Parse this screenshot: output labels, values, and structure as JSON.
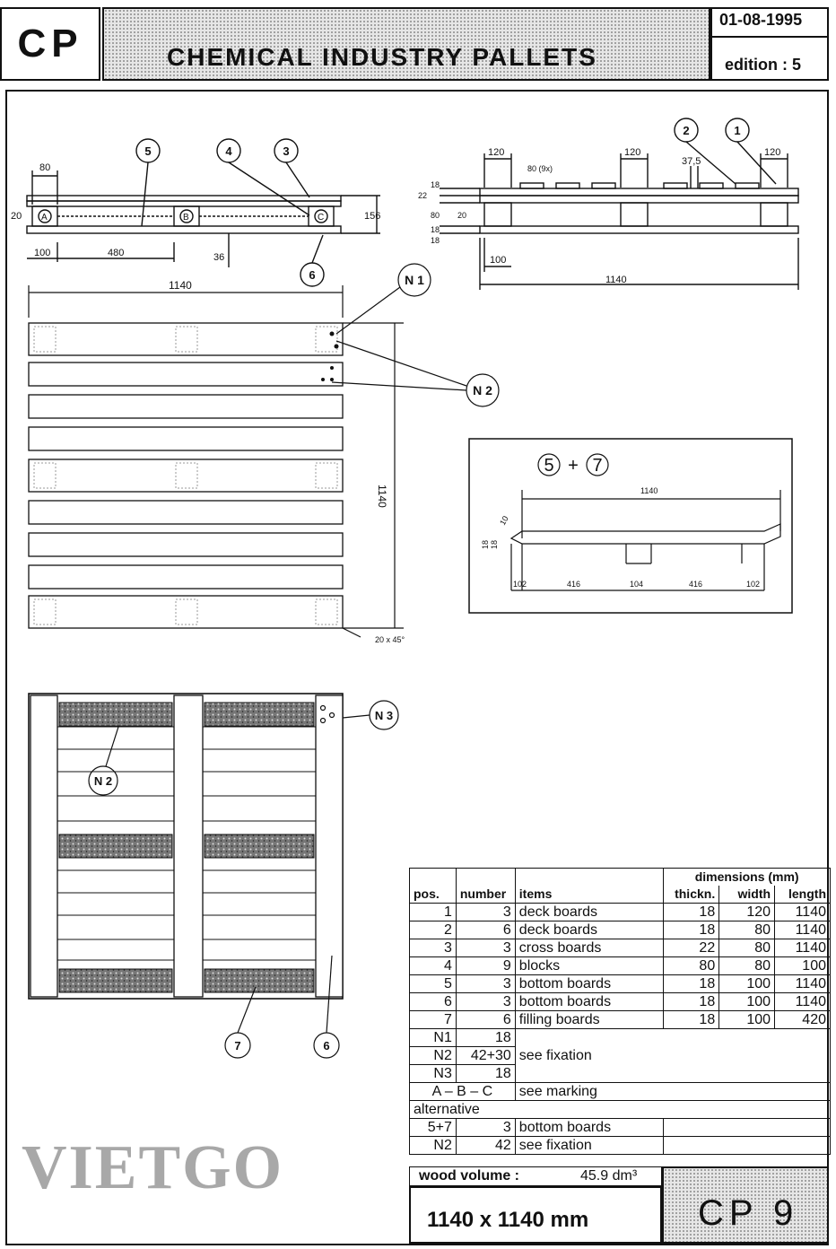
{
  "header": {
    "code": "CP",
    "title": "CHEMICAL INDUSTRY PALLETS",
    "date": "01-08-1995",
    "edition": "edition : 5"
  },
  "drawing": {
    "side_view_left": {
      "callouts": [
        "5",
        "4",
        "3",
        "6"
      ],
      "block_marks": [
        "A",
        "B",
        "C"
      ],
      "dims": [
        "80",
        "20",
        "100",
        "480",
        "36",
        "156"
      ]
    },
    "side_view_right": {
      "callouts": [
        "2",
        "1"
      ],
      "dims": [
        "120",
        "120",
        "120",
        "37,5",
        "80 (9x)",
        "18",
        "22",
        "80",
        "18",
        "18",
        "20",
        "100",
        "1140"
      ]
    },
    "top_view": {
      "dims": [
        "1140",
        "1140",
        "20 x 45°"
      ],
      "callouts": [
        "N 1",
        "N 2"
      ]
    },
    "detail": {
      "title_left": "5",
      "title_plus": "+",
      "title_right": "7",
      "dims": [
        "1140",
        "18",
        "18",
        "10",
        "102",
        "416",
        "104",
        "416",
        "102"
      ]
    },
    "bottom_view": {
      "callouts": [
        "N 3",
        "N 2",
        "7",
        "6"
      ]
    }
  },
  "table": {
    "dim_header": "dimensions (mm)",
    "columns": [
      "pos.",
      "number",
      "items",
      "thickn.",
      "width",
      "length"
    ],
    "rows": [
      {
        "pos": "1",
        "number": "3",
        "item": "deck boards",
        "thickn": "18",
        "width": "120",
        "length": "1140"
      },
      {
        "pos": "2",
        "number": "6",
        "item": "deck boards",
        "thickn": "18",
        "width": "80",
        "length": "1140"
      },
      {
        "pos": "3",
        "number": "3",
        "item": "cross boards",
        "thickn": "22",
        "width": "80",
        "length": "1140"
      },
      {
        "pos": "4",
        "number": "9",
        "item": "blocks",
        "thickn": "80",
        "width": "80",
        "length": "100"
      },
      {
        "pos": "5",
        "number": "3",
        "item": "bottom boards",
        "thickn": "18",
        "width": "100",
        "length": "1140"
      },
      {
        "pos": "6",
        "number": "3",
        "item": "bottom boards",
        "thickn": "18",
        "width": "100",
        "length": "1140"
      },
      {
        "pos": "7",
        "number": "6",
        "item": "filling boards",
        "thickn": "18",
        "width": "100",
        "length": "420"
      }
    ],
    "fix_rows": [
      {
        "pos": "N1",
        "number": "18"
      },
      {
        "pos": "N2",
        "number": "42+30"
      },
      {
        "pos": "N3",
        "number": "18"
      }
    ],
    "fix_note": "see fixation",
    "marking_pos": "A – B – C",
    "marking_note": "see marking",
    "alternative_label": "alternative",
    "alt_rows": [
      {
        "pos": "5+7",
        "number": "3",
        "item": "bottom boards"
      },
      {
        "pos": "N2",
        "number": "42",
        "item": "see fixation"
      }
    ],
    "wood_volume_label": "wood volume :",
    "wood_volume_value": "45.9 dm³"
  },
  "footer": {
    "size": "1140 x 1140  mm",
    "code": "CP 9"
  },
  "watermark": "VIETGO"
}
